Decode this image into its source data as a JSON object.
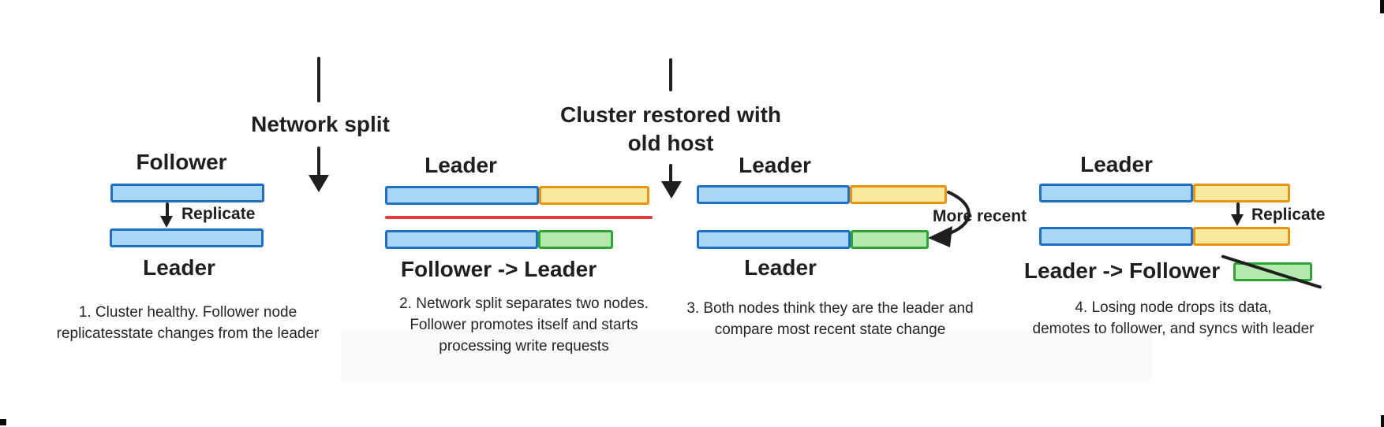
{
  "annotations": {
    "network_split": {
      "label": "Network split"
    },
    "cluster_restored": {
      "line1": "Cluster restored with",
      "line2": "old host"
    }
  },
  "panels": [
    {
      "top_label": "Follower",
      "bottom_label": "Leader",
      "arrow_label": "Replicate",
      "caption": [
        "1. Cluster healthy. Follower node",
        "replicatesstate changes from the leader"
      ]
    },
    {
      "top_label": "Leader",
      "bottom_label": "Follower -> Leader",
      "caption": [
        "2. Network split separates two nodes.",
        "Follower promotes itself and starts",
        "processing write requests"
      ]
    },
    {
      "top_label": "Leader",
      "bottom_label": "Leader",
      "arrow_label": "More recent",
      "caption": [
        "3. Both nodes think they are the leader and",
        "compare most recent state change"
      ]
    },
    {
      "top_label": "Leader",
      "bottom_label": "Leader -> Follower",
      "arrow_label": "Replicate",
      "caption": [
        "4. Losing node drops its data,",
        "demotes to follower, and syncs with leader"
      ]
    }
  ],
  "colors": {
    "bar_blue_fill": "#ABD7F6",
    "bar_blue_border": "#1D70C6",
    "bar_yellow_fill": "#FCE9A0",
    "bar_yellow_border": "#E8940F",
    "bar_green_fill": "#B5EAAE",
    "bar_green_border": "#2EA336",
    "split_line_red": "#E23B3B",
    "arrow_ink": "#1F1F1F"
  }
}
